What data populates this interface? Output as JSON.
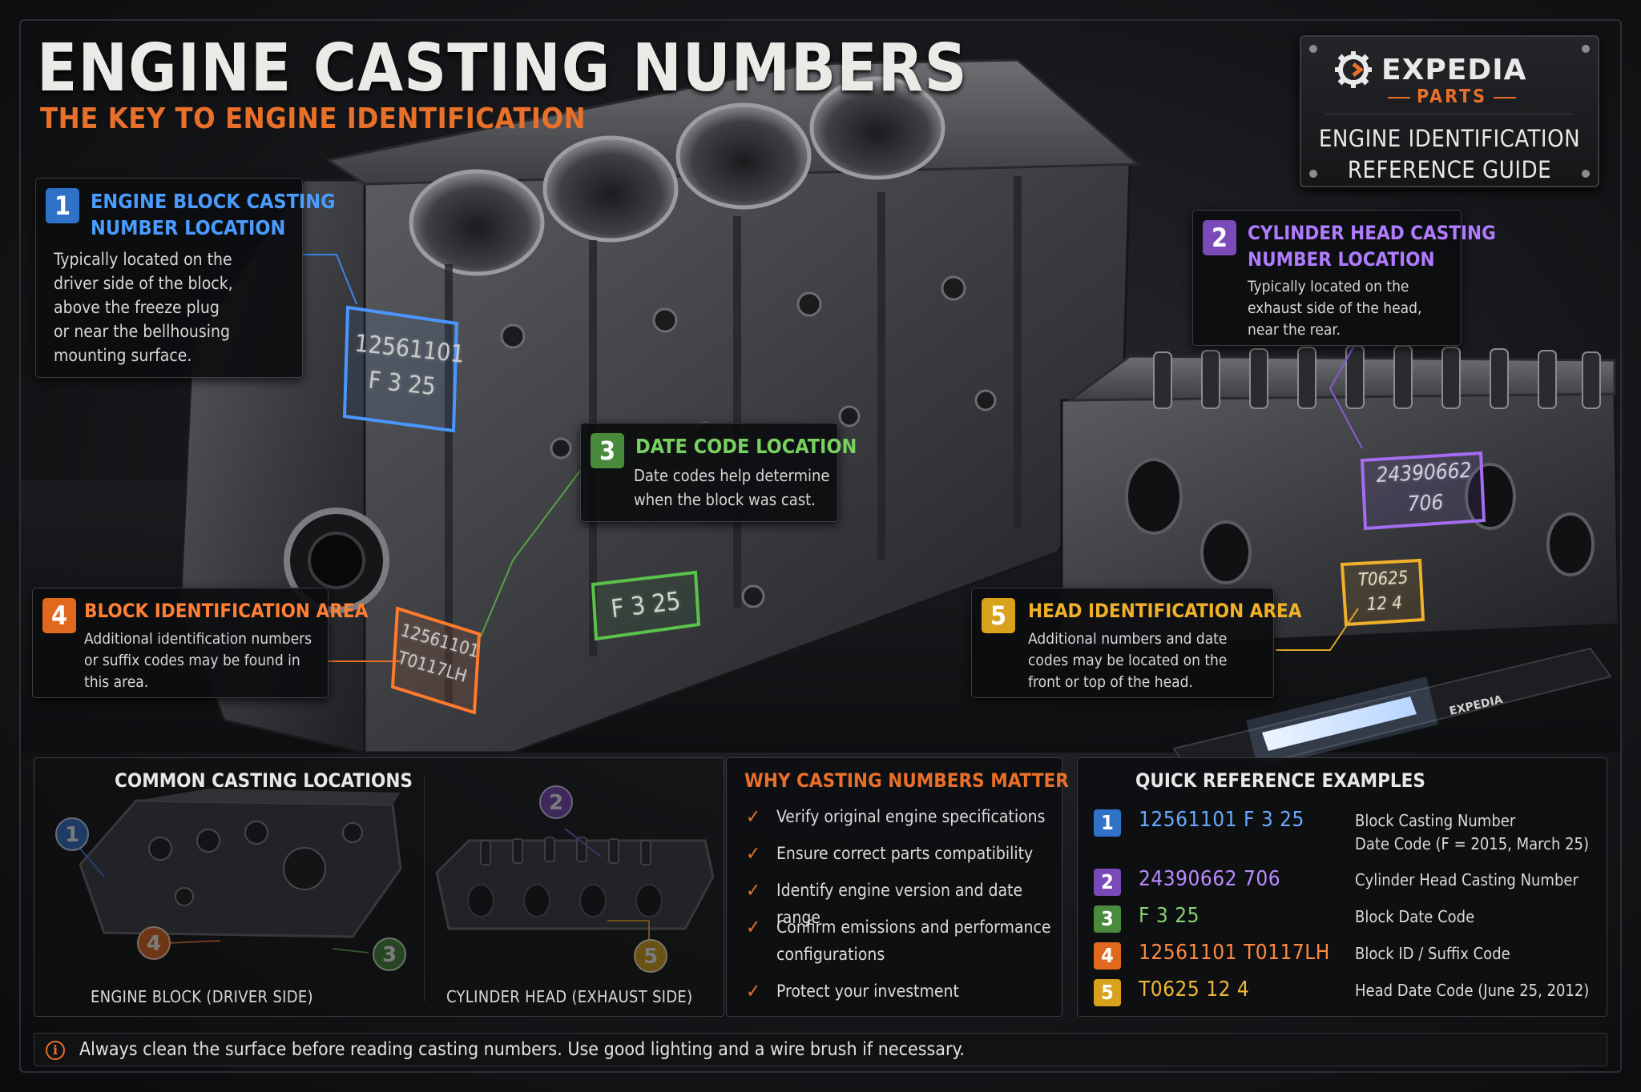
{
  "header": {
    "title": "ENGINE CASTING NUMBERS",
    "subtitle": "THE KEY TO ENGINE IDENTIFICATION"
  },
  "brand": {
    "logo_name": "EXPEDIA",
    "logo_sub": "PARTS",
    "guide_line1": "ENGINE IDENTIFICATION",
    "guide_line2": "REFERENCE GUIDE"
  },
  "callouts": {
    "c1": {
      "num": "1",
      "title1": "ENGINE BLOCK CASTING",
      "title2": "NUMBER LOCATION",
      "body": [
        "Typically located on the",
        "driver side of the block,",
        "above the freeze plug",
        "or near the bellhousing",
        "mounting surface."
      ]
    },
    "c2": {
      "num": "2",
      "title1": "CYLINDER HEAD CASTING",
      "title2": "NUMBER LOCATION",
      "body": [
        "Typically located on the",
        "exhaust side of the head,",
        "near the rear."
      ]
    },
    "c3": {
      "num": "3",
      "title1": "DATE CODE LOCATION",
      "body": [
        "Date codes help determine",
        "when the block was cast."
      ]
    },
    "c4": {
      "num": "4",
      "title1": "BLOCK IDENTIFICATION AREA",
      "body": [
        "Additional identification numbers",
        "or suffix codes may be found in",
        "this area."
      ]
    },
    "c5": {
      "num": "5",
      "title1": "HEAD IDENTIFICATION AREA",
      "body": [
        "Additional numbers and date",
        "codes may be located on the",
        "front or top of the head."
      ]
    }
  },
  "stamps": {
    "block_casting": [
      "12561101",
      "F  3  25"
    ],
    "date_code": "F  3  25",
    "block_id": [
      "12561101",
      "T0117LH"
    ],
    "head_casting": [
      "24390662",
      "706"
    ],
    "head_date": [
      "T0625",
      "12  4"
    ]
  },
  "flashlight_brand": "EXPEDIA",
  "locations_panel": {
    "title": "COMMON CASTING LOCATIONS",
    "block_caption": "ENGINE BLOCK (DRIVER SIDE)",
    "head_caption": "CYLINDER HEAD (EXHAUST SIDE)",
    "markers": [
      "1",
      "2",
      "3",
      "4",
      "5"
    ]
  },
  "matters_panel": {
    "title": "WHY CASTING NUMBERS MATTER",
    "items": [
      [
        "Verify original engine specifications"
      ],
      [
        "Ensure correct parts compatibility"
      ],
      [
        "Identify engine version and date range"
      ],
      [
        "Confirm emissions and performance",
        "configurations"
      ],
      [
        "Protect your investment"
      ]
    ]
  },
  "reference_panel": {
    "title": "QUICK REFERENCE EXAMPLES",
    "rows": [
      {
        "num": "1",
        "code": "12561101   F  3  25",
        "desc": [
          "Block Casting Number",
          "Date Code (F = 2015, March 25)"
        ]
      },
      {
        "num": "2",
        "code": "24390662   706",
        "desc": [
          "Cylinder Head Casting Number"
        ]
      },
      {
        "num": "3",
        "code": "F  3  25",
        "desc": [
          "Block Date Code"
        ]
      },
      {
        "num": "4",
        "code": "12561101   T0117LH",
        "desc": [
          "Block ID / Suffix Code"
        ]
      },
      {
        "num": "5",
        "code": "T0625   12  4",
        "desc": [
          "Head Date Code (June 25, 2012)"
        ]
      }
    ]
  },
  "tip": {
    "icon": "i",
    "text": "Always clean the surface before reading casting numbers. Use good lighting and a wire brush if necessary."
  },
  "colors": {
    "blue": "#2f72c8",
    "purple": "#7a4ab8",
    "green": "#4a8a3c",
    "orange": "#e0691d",
    "gold": "#d9a21c",
    "accent": "#e8702a",
    "text": "#e6e6e6",
    "background": "#0b0c0e"
  },
  "icons": {
    "brand_logo": "gear-icon",
    "check": "checkmark-icon",
    "tip": "info-icon"
  }
}
